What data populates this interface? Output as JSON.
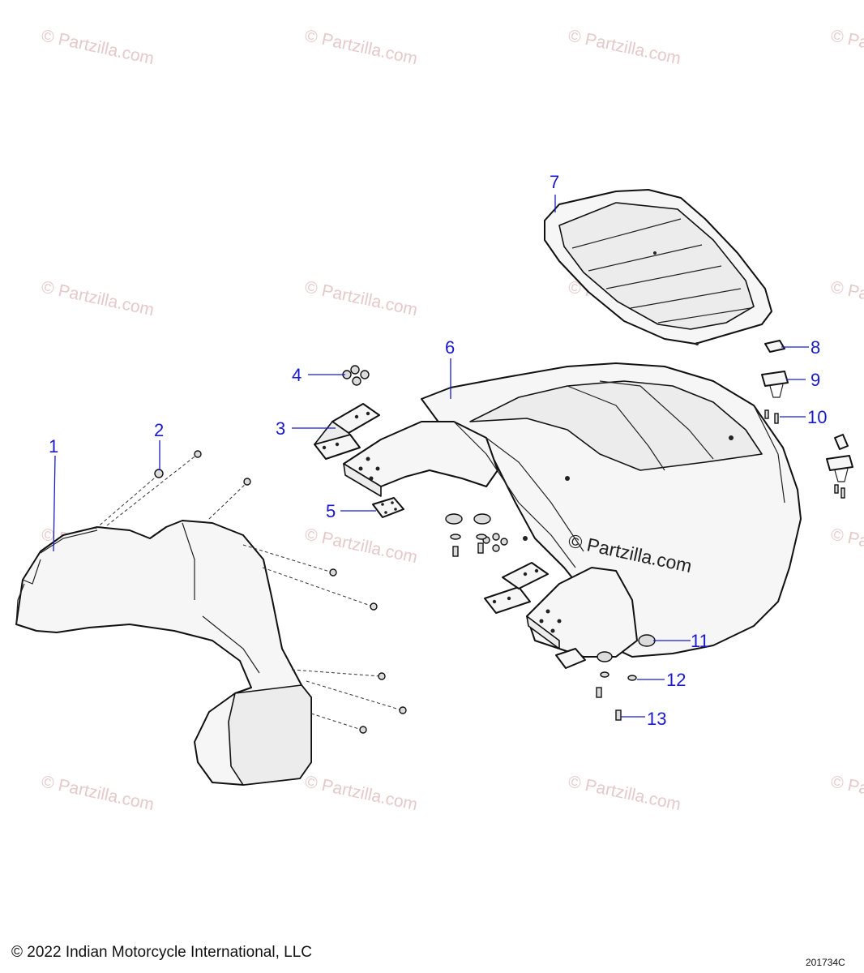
{
  "watermark": {
    "text": "© Partzilla.com"
  },
  "center_watermark": "© Partzilla.com",
  "callouts": [
    {
      "id": "1",
      "label": "1"
    },
    {
      "id": "2",
      "label": "2"
    },
    {
      "id": "3",
      "label": "3"
    },
    {
      "id": "4",
      "label": "4"
    },
    {
      "id": "5",
      "label": "5"
    },
    {
      "id": "6",
      "label": "6"
    },
    {
      "id": "7",
      "label": "7"
    },
    {
      "id": "8",
      "label": "8"
    },
    {
      "id": "9",
      "label": "9"
    },
    {
      "id": "10",
      "label": "10"
    },
    {
      "id": "11",
      "label": "11"
    },
    {
      "id": "12",
      "label": "12"
    },
    {
      "id": "13",
      "label": "13"
    }
  ],
  "footer": {
    "copyright": "© 2022 Indian Motorcycle International, LLC",
    "diagram_code": "201734C"
  },
  "colors": {
    "callout": "#1a1acc",
    "watermark": "#e6c9c9",
    "line": "#111111"
  }
}
